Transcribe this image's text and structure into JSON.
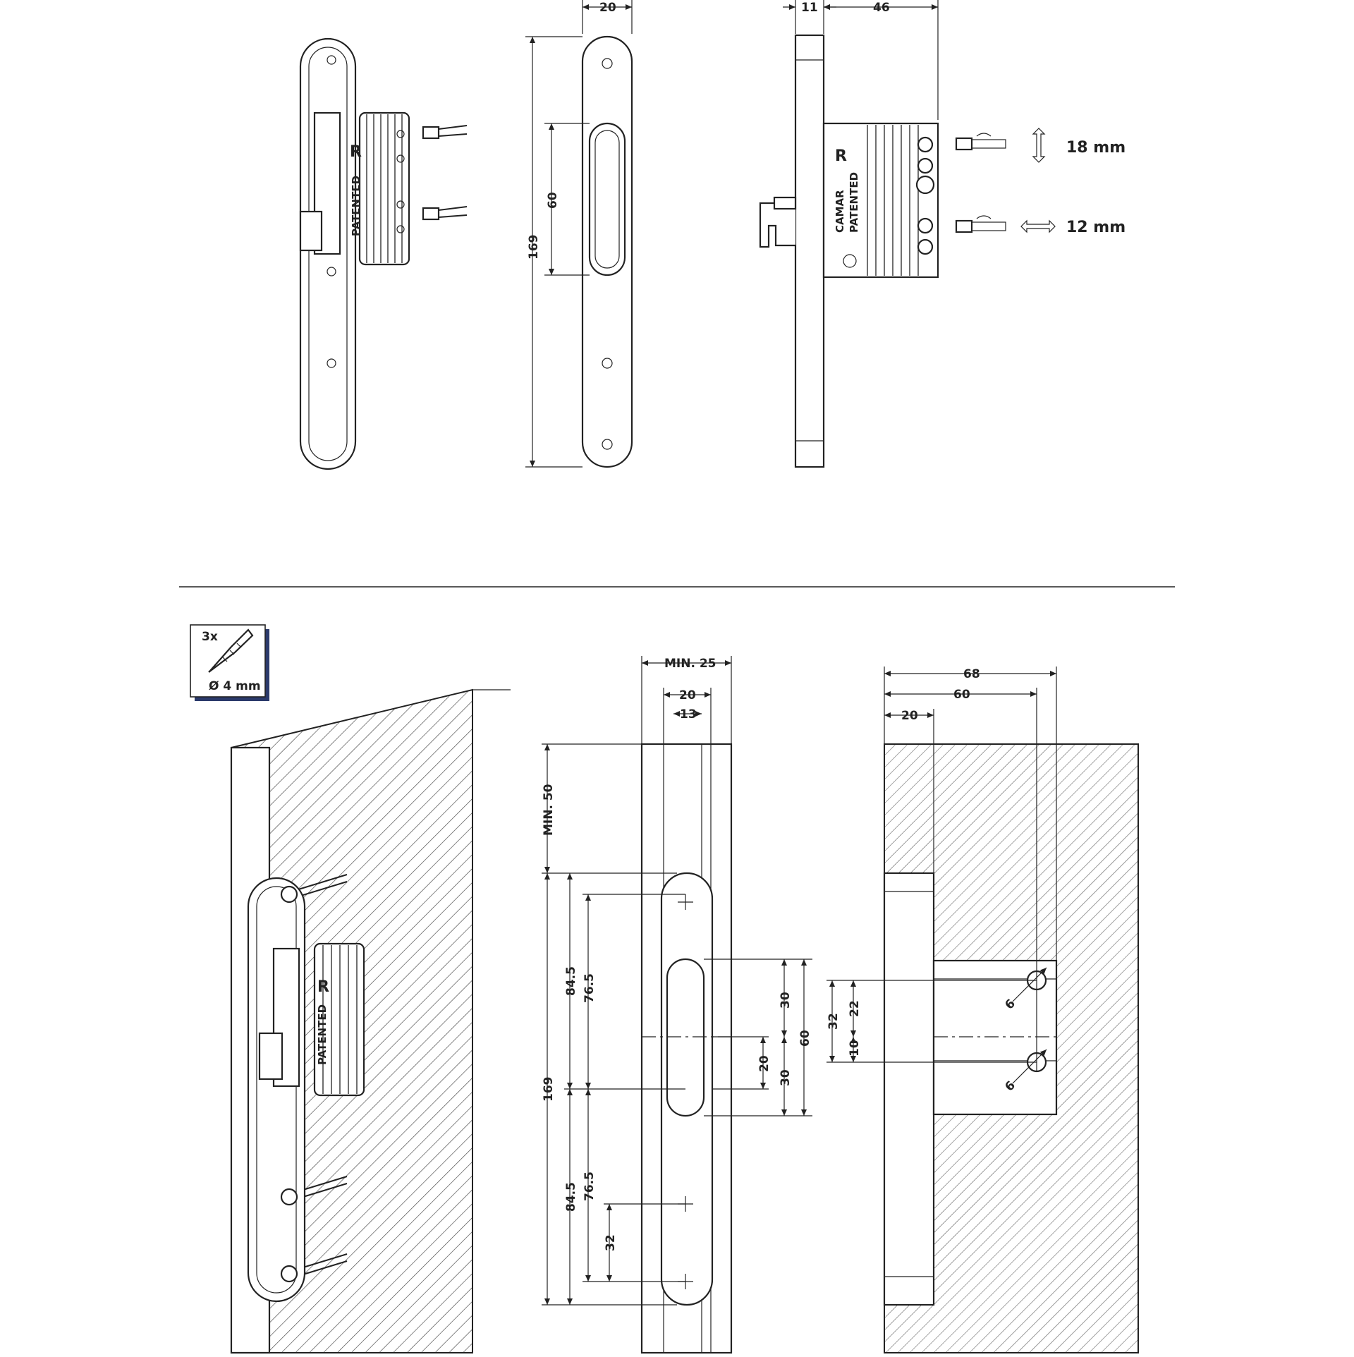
{
  "colors": {
    "ink": "#222222",
    "paper": "#ffffff",
    "panel_shadow": "#2b3a6b"
  },
  "top": {
    "front_view": {
      "dim_width": "20",
      "dim_height": "169",
      "dim_slot": "60"
    },
    "side_view": {
      "dim_plate": "11",
      "dim_body": "46",
      "mark": "R",
      "brand": "CAMAR",
      "brand_sub": "PATENTED",
      "adjust_vertical": "18 mm",
      "adjust_horizontal": "12 mm"
    },
    "iso_view": {
      "mark": "R",
      "brand_sub": "PATENTED"
    }
  },
  "bottom": {
    "screw_panel": {
      "count": "3x",
      "diameter": "Ø 4 mm"
    },
    "iso_view": {
      "mark": "R",
      "brand_sub": "PATENTED"
    },
    "front_view": {
      "dim_min25": "MIN. 25",
      "dim_20": "20",
      "dim_13": "13",
      "dim_min50": "MIN. 50",
      "dim_845_top": "84.5",
      "dim_765_top": "76.5",
      "dim_169": "169",
      "dim_845_bot": "84.5",
      "dim_765_bot": "76.5",
      "dim_32": "32",
      "dim_30_top": "30",
      "dim_30_bot": "30",
      "dim_60": "60",
      "dim_20_side": "20"
    },
    "section_view": {
      "dim_68": "68",
      "dim_60": "60",
      "dim_20": "20",
      "dim_32": "32",
      "dim_22": "22",
      "dim_10": "10",
      "dim_hole_top": "6",
      "dim_hole_bot": "6"
    }
  }
}
